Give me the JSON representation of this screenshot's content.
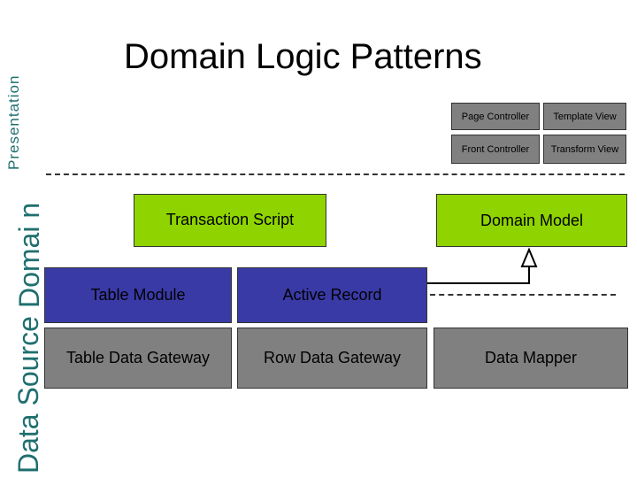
{
  "title": "Domain Logic Patterns",
  "layers": {
    "presentation": "Presentation",
    "domain": "Domai n",
    "data_source": "Data Source"
  },
  "presentation_boxes": {
    "page_controller": "Page Controller",
    "template_view": "Template View",
    "front_controller": "Front Controller",
    "transform_view": "Transform View"
  },
  "domain_boxes": {
    "transaction_script": "Transaction Script",
    "domain_model": "Domain Model"
  },
  "data_source_boxes": {
    "table_module": "Table Module",
    "active_record": "Active Record",
    "table_data_gateway": "Table Data Gateway",
    "row_data_gateway": "Row Data Gateway",
    "data_mapper": "Data Mapper"
  },
  "colors": {
    "gray_box": "#808080",
    "green_box": "#8fd400",
    "blue_box": "#3a3aa7",
    "layer_label": "#1f6f6f"
  }
}
